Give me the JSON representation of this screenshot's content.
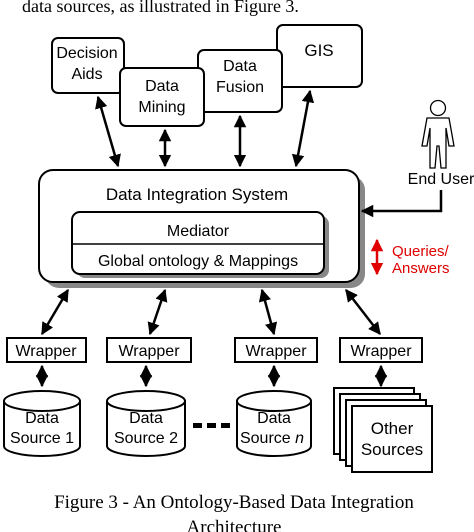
{
  "header_fragment": "data sources, as illustrated in Figure 3.",
  "top_apps": {
    "decision_aids": [
      "Decision",
      "Aids"
    ],
    "data_mining": [
      "Data",
      "Mining"
    ],
    "data_fusion": [
      "Data",
      "Fusion"
    ],
    "gis": "GIS"
  },
  "integration_system": {
    "title": "Data Integration System",
    "mediator": "Mediator",
    "ontology": "Global ontology & Mappings"
  },
  "end_user": "End User",
  "queries_answers": [
    "Queries/",
    "Answers"
  ],
  "wrappers": [
    "Wrapper",
    "Wrapper",
    "Wrapper",
    "Wrapper"
  ],
  "data_sources": {
    "source1": [
      "Data",
      "Source 1"
    ],
    "source2": [
      "Data",
      "Source 2"
    ],
    "sourcen": [
      "Data",
      "Source ",
      "n"
    ],
    "other": [
      "Other",
      "Sources"
    ]
  },
  "caption": [
    "Figure 3 - An Ontology-Based Data Integration",
    "Architecture"
  ],
  "colors": {
    "accent_red": "#e00000",
    "line": "#000000",
    "shadow": "#888888"
  }
}
